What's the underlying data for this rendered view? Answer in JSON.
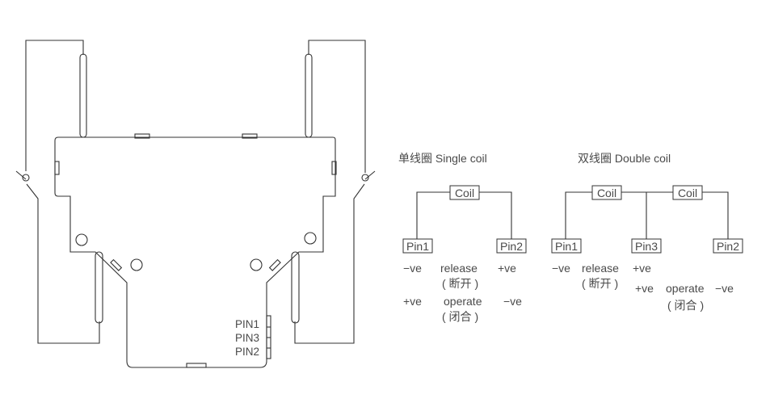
{
  "relay": {
    "pin_labels": [
      "PIN1",
      "PIN3",
      "PIN2"
    ]
  },
  "single": {
    "title": "单线圈 Single coil",
    "coil": "Coil",
    "pin_left": "Pin1",
    "pin_right": "Pin2",
    "row1": {
      "left": "−ve",
      "mid": "release",
      "mid2": "( 断开 )",
      "right": "+ve"
    },
    "row2": {
      "left": "+ve",
      "mid": "operate",
      "mid2": "( 闭合 )",
      "right": "−ve"
    }
  },
  "double": {
    "title": "双线圈 Double coil",
    "coil1": "Coil",
    "coil2": "Coil",
    "pin_left": "Pin1",
    "pin_mid": "Pin3",
    "pin_right": "Pin2",
    "row1": {
      "left": "−ve",
      "mid": "release",
      "mid2": "( 断开 )",
      "right": "+ve"
    },
    "row2": {
      "left": "+ve",
      "mid": "operate",
      "mid2": "( 闭合 )",
      "right": "−ve"
    }
  }
}
